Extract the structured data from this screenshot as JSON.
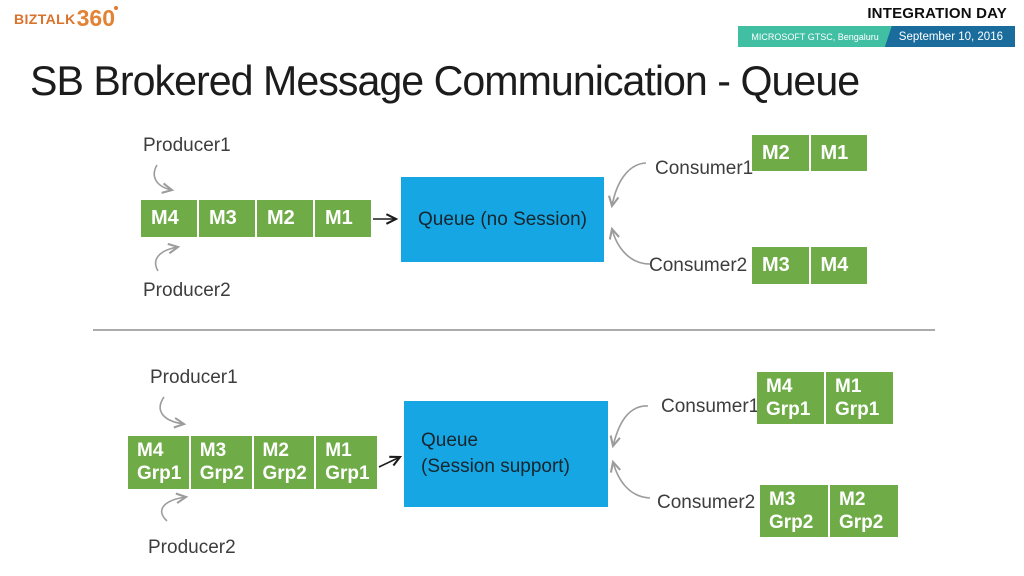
{
  "colors": {
    "green": "#6FAC47",
    "blue": "#15A6E3",
    "orange": "#E07A2E",
    "teal": "#41BFA3",
    "ribbon-blue": "#1A6C9C"
  },
  "header": {
    "logo_brand": "BIZTALK",
    "logo_suffix": "360",
    "event_title": "INTEGRATION DAY",
    "venue": "MICROSOFT GTSC, Bengaluru",
    "date": "September 10, 2016"
  },
  "slide_title": "SB Brokered Message Communication - Queue",
  "no_session": {
    "producer1": "Producer1",
    "producer2": "Producer2",
    "queue_label": "Queue (no Session)",
    "queue_messages": [
      "M4",
      "M3",
      "M2",
      "M1"
    ],
    "consumer1_label": "Consumer1",
    "consumer1_messages": [
      "M2",
      "M1"
    ],
    "consumer2_label": "Consumer2",
    "consumer2_messages": [
      "M3",
      "M4"
    ]
  },
  "session": {
    "producer1": "Producer1",
    "producer2": "Producer2",
    "queue_line1": "Queue",
    "queue_line2": "(Session support)",
    "queue_messages": [
      {
        "id": "M4",
        "grp": "Grp1"
      },
      {
        "id": "M3",
        "grp": "Grp2"
      },
      {
        "id": "M2",
        "grp": "Grp2"
      },
      {
        "id": "M1",
        "grp": "Grp1"
      }
    ],
    "consumer1_label": "Consumer1",
    "consumer1_messages": [
      {
        "id": "M4",
        "grp": "Grp1"
      },
      {
        "id": "M1",
        "grp": "Grp1"
      }
    ],
    "consumer2_label": "Consumer2",
    "consumer2_messages": [
      {
        "id": "M3",
        "grp": "Grp2"
      },
      {
        "id": "M2",
        "grp": "Grp2"
      }
    ]
  }
}
